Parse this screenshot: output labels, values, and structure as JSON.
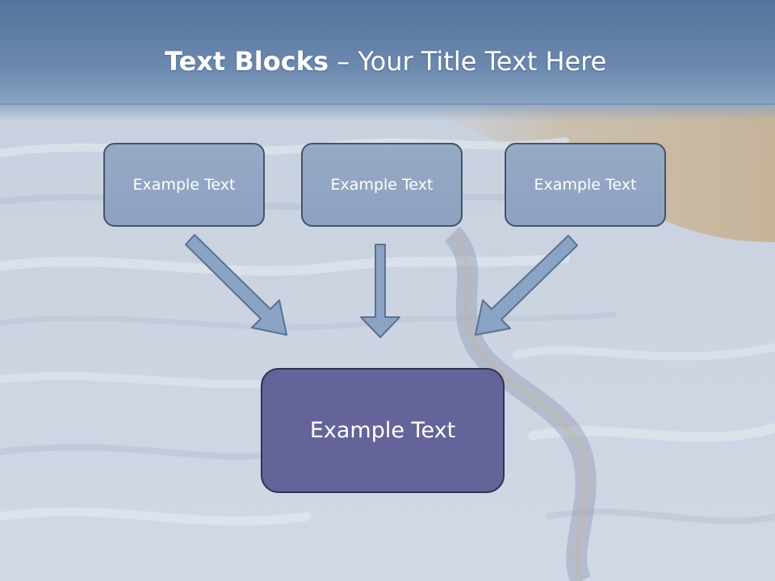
{
  "slide": {
    "title_bold": "Text Blocks",
    "title_dash": "–",
    "title_rest": "Your Title Text Here",
    "boxes": [
      {
        "label": "Example Text"
      },
      {
        "label": "Example Text"
      },
      {
        "label": "Example Text"
      }
    ],
    "main_box": {
      "label": "Example Text"
    }
  },
  "colors": {
    "title_band": "#6b86ab",
    "box_fill": "#8fa3c1",
    "box_border": "#44546a",
    "main_box_fill": "#64649a",
    "arrow_fill": "#8ba4c4",
    "arrow_stroke": "#5a7191"
  }
}
